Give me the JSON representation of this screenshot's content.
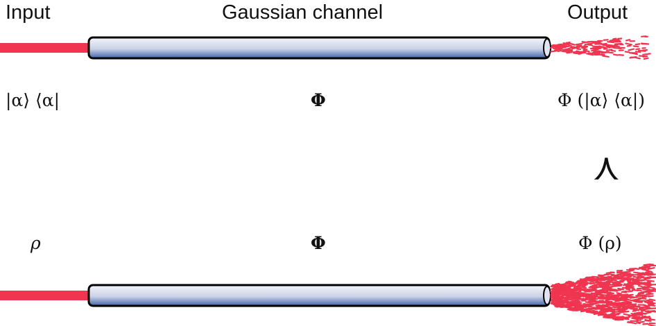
{
  "header": {
    "input_label": "Input",
    "channel_label": "Gaussian channel",
    "output_label": "Output"
  },
  "top_row": {
    "input_expr": "|α⟩ ⟨α|",
    "channel_expr": "Φ",
    "output_expr": "Φ (|α⟩ ⟨α|)"
  },
  "relation_symbol": "≻",
  "bottom_row": {
    "input_expr": "ρ",
    "channel_expr": "Φ",
    "output_expr": "Φ (ρ)"
  },
  "colors": {
    "beam": "#ef3550",
    "fiber_light": "#eef0f6",
    "fiber_dark": "#4a6cae",
    "fiber_outline": "#000000"
  }
}
